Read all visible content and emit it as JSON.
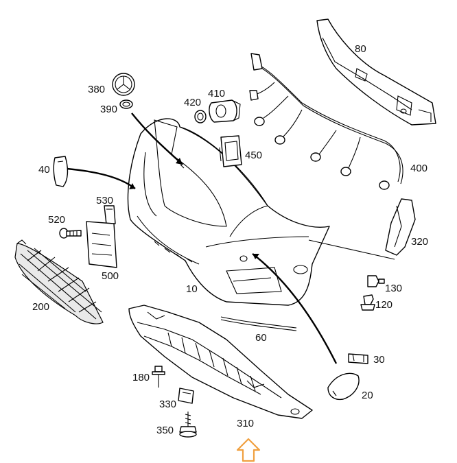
{
  "diagram": {
    "parts": [
      {
        "id": "p10",
        "label": "10"
      },
      {
        "id": "p20",
        "label": "20"
      },
      {
        "id": "p30",
        "label": "30"
      },
      {
        "id": "p40",
        "label": "40"
      },
      {
        "id": "p60",
        "label": "60"
      },
      {
        "id": "p80",
        "label": "80"
      },
      {
        "id": "p120",
        "label": "120"
      },
      {
        "id": "p130",
        "label": "130"
      },
      {
        "id": "p180",
        "label": "180"
      },
      {
        "id": "p200",
        "label": "200"
      },
      {
        "id": "p310",
        "label": "310"
      },
      {
        "id": "p320",
        "label": "320"
      },
      {
        "id": "p330",
        "label": "330"
      },
      {
        "id": "p350",
        "label": "350"
      },
      {
        "id": "p380",
        "label": "380"
      },
      {
        "id": "p390",
        "label": "390"
      },
      {
        "id": "p400",
        "label": "400"
      },
      {
        "id": "p410",
        "label": "410"
      },
      {
        "id": "p420",
        "label": "420"
      },
      {
        "id": "p450",
        "label": "450"
      },
      {
        "id": "p500",
        "label": "500"
      },
      {
        "id": "p520",
        "label": "520"
      },
      {
        "id": "p530",
        "label": "530"
      }
    ],
    "highlight_color": "#f0a040"
  }
}
